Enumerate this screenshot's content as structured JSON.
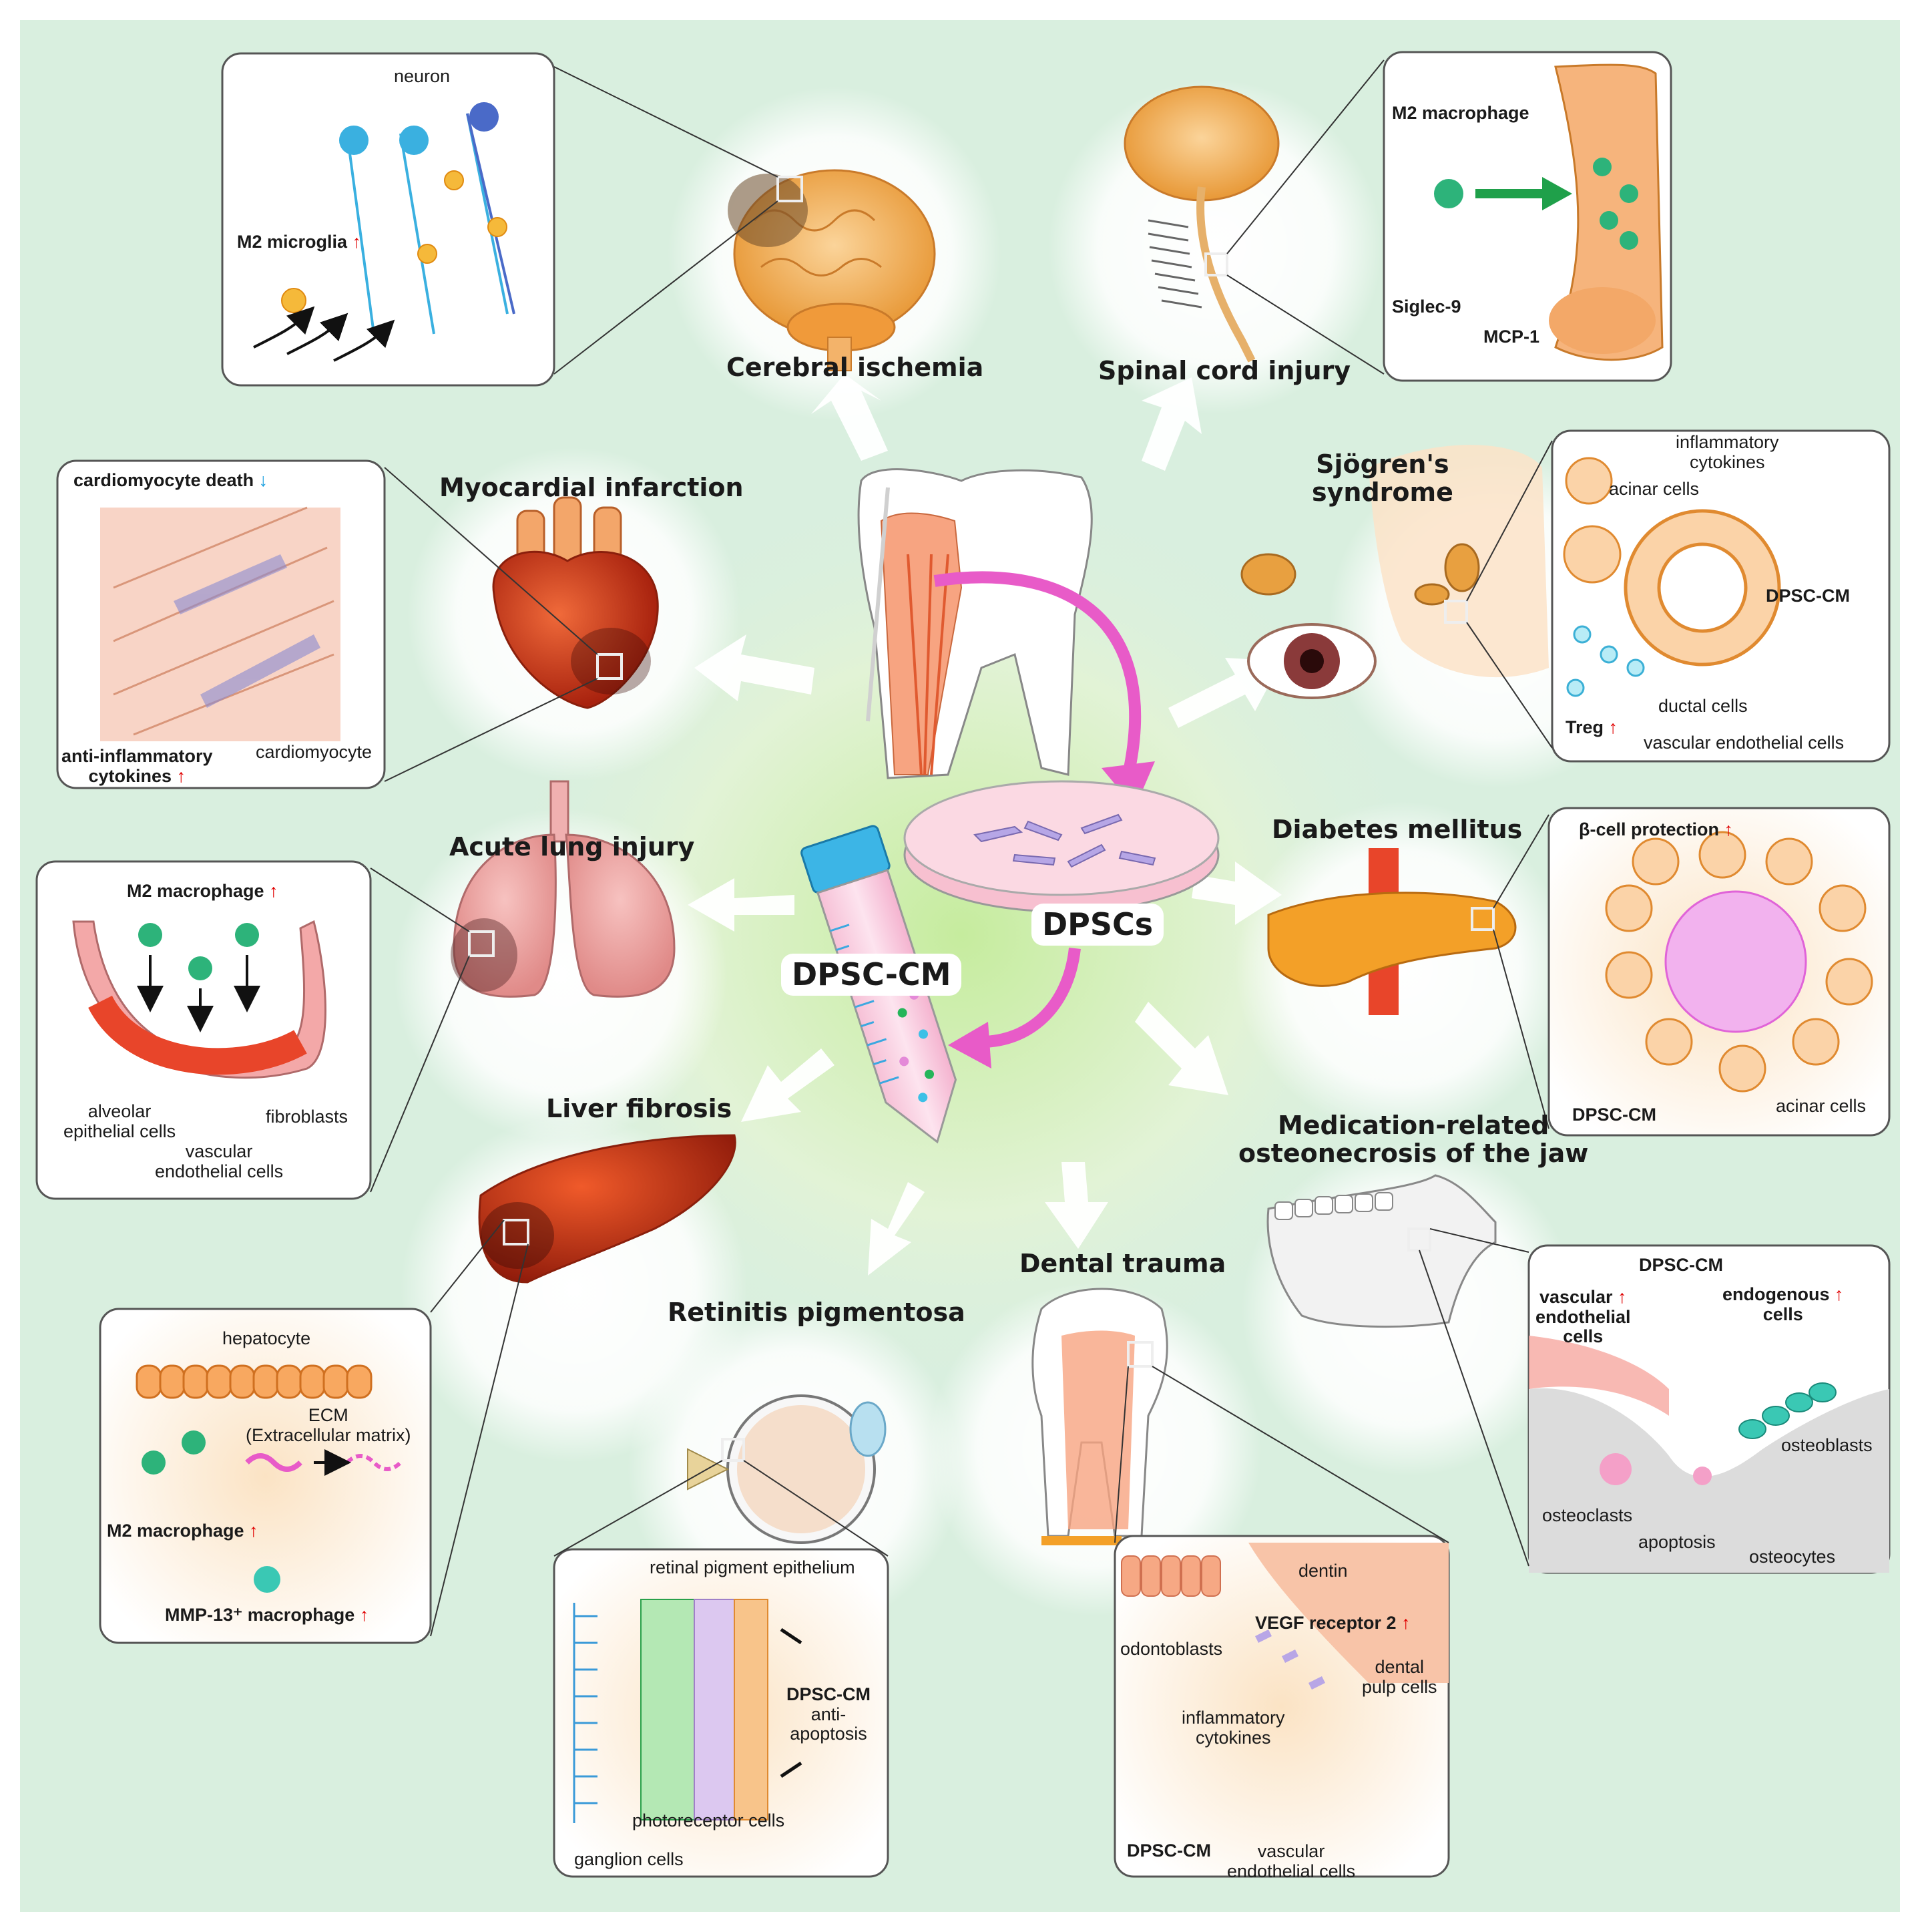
{
  "center": {
    "dpscs": "DPSCs",
    "dpsc_cm": "DPSC-CM"
  },
  "arrows": {
    "up": "↑",
    "down": "↓"
  },
  "panels": {
    "cerebral_ischemia": {
      "title": "Cerebral ischemia",
      "neuron": "neuron",
      "m2_microglia": "M2 microglia"
    },
    "spinal_cord_injury": {
      "title": "Spinal cord injury",
      "m2_macrophage": "M2 macrophage",
      "siglec9": "Siglec-9",
      "mcp1": "MCP-1"
    },
    "myocardial_infarction": {
      "title": "Myocardial infarction",
      "death": "cardiomyocyte death",
      "anti_inflammatory_1": "anti-inflammatory",
      "anti_inflammatory_2": "cytokines",
      "cardiomyocyte": "cardiomyocyte"
    },
    "sjogren": {
      "title_1": "Sjögren's",
      "title_2": "syndrome",
      "inflammatory_1": "inflammatory",
      "inflammatory_2": "cytokines",
      "acinar": "acinar cells",
      "dpsc_cm": "DPSC-CM",
      "ductal": "ductal cells",
      "treg": "Treg",
      "vascular": "vascular endothelial cells"
    },
    "acute_lung_injury": {
      "title": "Acute lung injury",
      "m2_macrophage": "M2 macrophage",
      "alveolar_1": "alveolar",
      "alveolar_2": "epithelial cells",
      "fibroblasts": "fibroblasts",
      "vascular_1": "vascular",
      "vascular_2": "endothelial cells"
    },
    "diabetes_mellitus": {
      "title": "Diabetes mellitus",
      "beta_cell": "β-cell protection",
      "dpsc_cm": "DPSC-CM",
      "acinar": "acinar cells"
    },
    "liver_fibrosis": {
      "title": "Liver fibrosis",
      "hepatocyte": "hepatocyte",
      "ecm_1": "ECM",
      "ecm_2": "(Extracellular matrix)",
      "m2_macrophage": "M2 macrophage",
      "mmp13": "MMP-13⁺ macrophage"
    },
    "mronj": {
      "title_1": "Medication-related",
      "title_2": "osteonecrosis of the jaw",
      "dpsc_cm": "DPSC-CM",
      "vascular_1": "vascular",
      "vascular_2": "endothelial",
      "vascular_3": "cells",
      "endogenous_1": "endogenous",
      "endogenous_2": "cells",
      "osteoblasts": "osteoblasts",
      "osteoclasts": "osteoclasts",
      "apoptosis": "apoptosis",
      "osteocytes": "osteocytes"
    },
    "retinitis_pigmentosa": {
      "title": "Retinitis pigmentosa",
      "rpe": "retinal pigment epithelium",
      "dpsc_cm": "DPSC-CM",
      "anti_1": "anti-",
      "anti_2": "apoptosis",
      "photoreceptor": "photoreceptor cells",
      "ganglion": "ganglion cells"
    },
    "dental_trauma": {
      "title": "Dental trauma",
      "dentin": "dentin",
      "odontoblasts": "odontoblasts",
      "vegf": "VEGF receptor 2",
      "pulp_1": "dental",
      "pulp_2": "pulp cells",
      "inflammatory_1": "inflammatory",
      "inflammatory_2": "cytokines",
      "dpsc_cm": "DPSC-CM",
      "vascular_1": "vascular",
      "vascular_2": "endothelial cells"
    }
  },
  "colors": {
    "background": "#d9efdf",
    "up_arrow": "#e00000",
    "down_arrow": "#1aa0e0",
    "pink_arrow": "#e85bc8",
    "macrophage": "#2db37a"
  }
}
